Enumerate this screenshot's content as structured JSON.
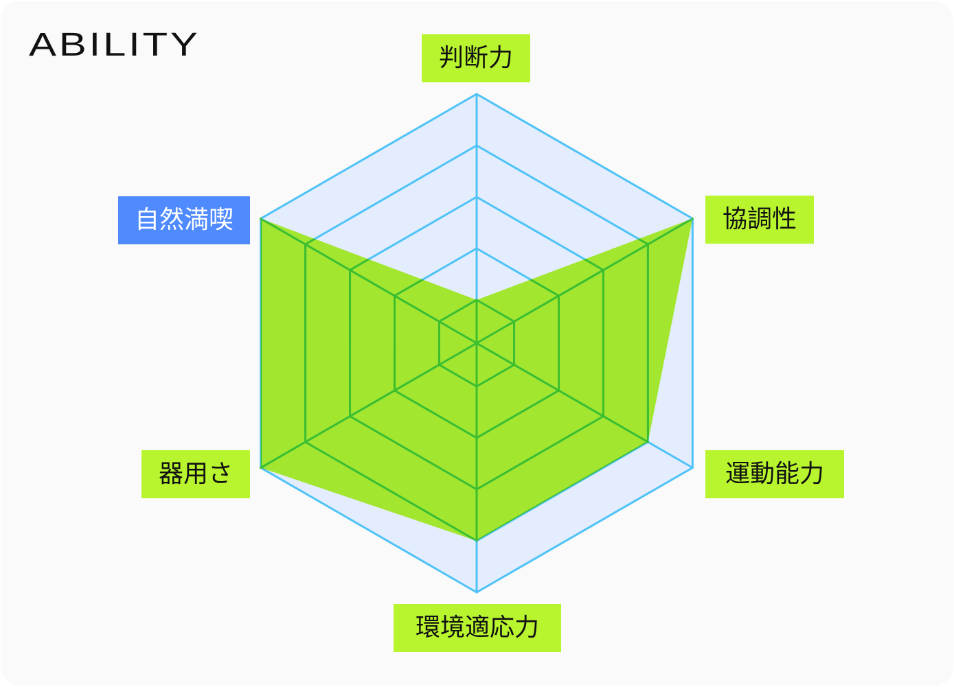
{
  "title": "ABILITY",
  "chart_data": {
    "type": "radar",
    "title": "ABILITY",
    "axes": [
      "判断力",
      "協調性",
      "運動能力",
      "環境適応力",
      "器用さ",
      "自然満喫"
    ],
    "values": [
      1,
      5,
      4,
      4,
      5,
      5
    ],
    "range": [
      1,
      5
    ],
    "levels": 5,
    "selected_axis": "自然満喫",
    "colors": {
      "grid": "#4fc3f7",
      "grid_fill": "#e3edfd",
      "data_fill": "#a3e630",
      "data_grid": "#3cbf2a",
      "label_bg": "#b8f52f",
      "selected_bg": "#4f8bff"
    }
  }
}
